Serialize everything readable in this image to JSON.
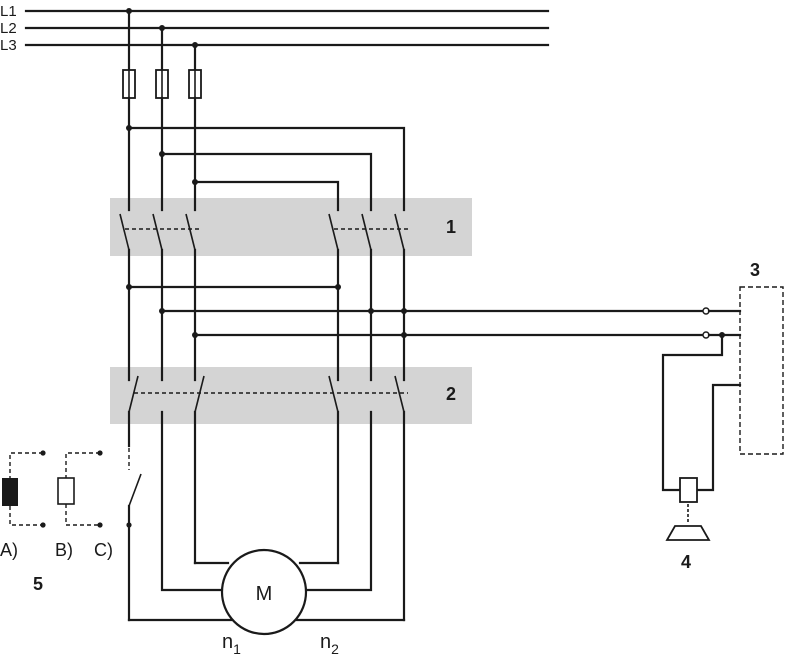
{
  "lines": [
    "L1",
    "L2",
    "L3"
  ],
  "contactor_labels": [
    "1",
    "2"
  ],
  "control_label": "3",
  "horn_label": "4",
  "legend_label": "5",
  "legend_options": [
    "A)",
    "B)",
    "C)"
  ],
  "motor_label": "M",
  "speed_labels": [
    {
      "base": "n",
      "sub": "1"
    },
    {
      "base": "n",
      "sub": "2"
    }
  ]
}
